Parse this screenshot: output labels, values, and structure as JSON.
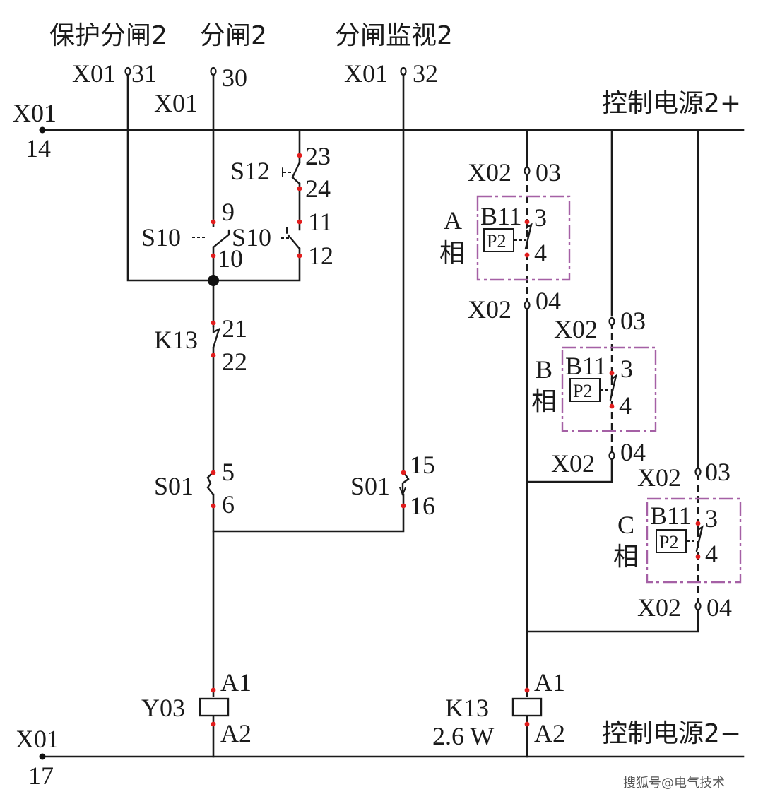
{
  "title": "分闸回路及SF6压力监视回路（控制电源2）",
  "headers": {
    "protect_trip": "保护分闸2",
    "trip": "分闸2",
    "trip_monitor": "分闸监视2"
  },
  "power": {
    "positive": "控制电源2+",
    "negative": "控制电源2−"
  },
  "terminals": {
    "x01_14": {
      "strip": "X01",
      "pin": "14"
    },
    "x01_17": {
      "strip": "X01",
      "pin": "17"
    },
    "x01_31": {
      "strip": "X01",
      "pin": "31"
    },
    "x01_30": {
      "strip": "X01",
      "pin": "30"
    },
    "x01_32": {
      "strip": "X01",
      "pin": "32"
    }
  },
  "components": {
    "s12": {
      "name": "S12",
      "pin_a": "23",
      "pin_b": "24"
    },
    "s10_left": {
      "name": "S10",
      "pin_a": "9",
      "pin_b": "10"
    },
    "s10_right": {
      "name": "S10",
      "pin_a": "11",
      "pin_b": "12"
    },
    "k13_contact": {
      "name": "K13",
      "pin_a": "21",
      "pin_b": "22"
    },
    "s01_left": {
      "name": "S01",
      "pin_a": "5",
      "pin_b": "6"
    },
    "s01_right": {
      "name": "S01",
      "pin_a": "15",
      "pin_b": "16"
    },
    "y03": {
      "name": "Y03",
      "pin_a": "A1",
      "pin_b": "A2"
    },
    "k13_coil": {
      "name": "K13",
      "power": "2.6 W",
      "pin_a": "A1",
      "pin_b": "A2"
    }
  },
  "phases": [
    {
      "letter": "A",
      "suffix": "相",
      "device": "B11",
      "sensor": "P2",
      "pin_a": "3",
      "pin_b": "4",
      "strip_top": "X02",
      "pin_top": "03",
      "strip_bottom": "X02",
      "pin_bottom": "04"
    },
    {
      "letter": "B",
      "suffix": "相",
      "device": "B11",
      "sensor": "P2",
      "pin_a": "3",
      "pin_b": "4",
      "strip_top": "X02",
      "pin_top": "03",
      "strip_bottom": "X02",
      "pin_bottom": "04"
    },
    {
      "letter": "C",
      "suffix": "相",
      "device": "B11",
      "sensor": "P2",
      "pin_a": "3",
      "pin_b": "4",
      "strip_top": "X02",
      "pin_top": "03",
      "strip_bottom": "X02",
      "pin_bottom": "04"
    }
  ],
  "colors": {
    "wire": "#1a1a1a",
    "pin_marker": "#e21d1d",
    "phase_box": "#a560a5"
  },
  "watermark": "搜狐号@电气技术"
}
